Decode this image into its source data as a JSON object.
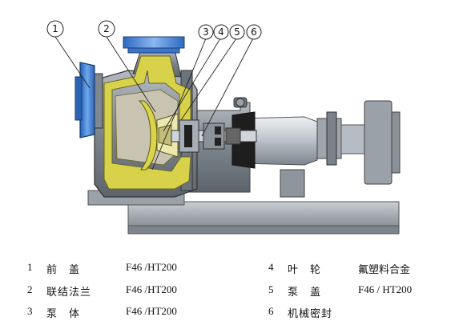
{
  "callouts": [
    "1",
    "2",
    "3",
    "4",
    "5",
    "6"
  ],
  "parts_left": [
    {
      "num": "1",
      "name": "前　盖",
      "material": "F46 /HT200"
    },
    {
      "num": "2",
      "name": "联结法兰",
      "material": "F46 /HT200"
    },
    {
      "num": "3",
      "name": "泵　体",
      "material": "F46 /HT200"
    }
  ],
  "parts_right": [
    {
      "num": "4",
      "name": "叶　轮",
      "material": "氟塑料合金"
    },
    {
      "num": "5",
      "name": "泵　盖",
      "material": "F46 / HT200"
    },
    {
      "num": "6",
      "name": "机械密封",
      "material": ""
    }
  ],
  "colors": {
    "flange_blue": "#3f7fd0",
    "casing_gray": "#8f97a0",
    "lining_yellow": "#d8d24a",
    "base_gray": "#a9b0b6",
    "motor_gray": "#b4bbc2"
  }
}
